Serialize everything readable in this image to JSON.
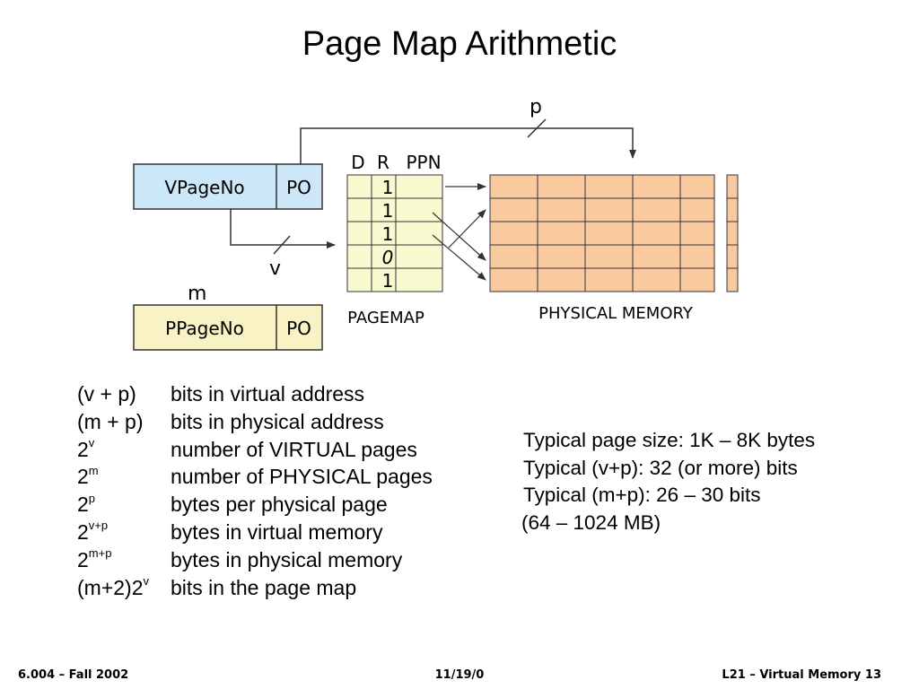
{
  "title": "Page Map Arithmetic",
  "diagram": {
    "p_label": "p",
    "v_label": "v",
    "m_label": "m",
    "virtual_address": {
      "page_field": "VPageNo",
      "offset_field": "PO"
    },
    "physical_address": {
      "page_field": "PPageNo",
      "offset_field": "PO"
    },
    "pagemap": {
      "headers": {
        "d": "D",
        "r": "R",
        "ppn": "PPN"
      },
      "r_bits": [
        "1",
        "1",
        "1",
        "0",
        "1"
      ],
      "label": "PAGEMAP"
    },
    "physical_memory_label": "PHYSICAL MEMORY",
    "colors": {
      "virtual_box": "#cce8f8",
      "physical_box": "#f8f2c4",
      "pagemap_fill": "#fafad0",
      "memory_fill": "#f9c9a0"
    }
  },
  "definitions": [
    {
      "base": "(v + p)",
      "sup": "",
      "desc": "bits in virtual address"
    },
    {
      "base": "(m + p)",
      "sup": "",
      "desc": "bits in physical address"
    },
    {
      "base": "2",
      "sup": "v",
      "desc": "number of VIRTUAL pages"
    },
    {
      "base": "2",
      "sup": "m",
      "desc": "number of PHYSICAL pages"
    },
    {
      "base": "2",
      "sup": "p",
      "desc": "bytes per physical page"
    },
    {
      "base": "2",
      "sup": "v+p",
      "desc": "bytes in virtual memory"
    },
    {
      "base": "2",
      "sup": "m+p",
      "desc": "bytes in physical memory"
    },
    {
      "base": "(m+2)2",
      "sup": "v",
      "desc": "bits in the page map"
    }
  ],
  "typical": [
    "Typical page size: 1K – 8K bytes",
    "Typical (v+p): 32 (or more) bits",
    "Typical (m+p): 26 – 30 bits",
    "(64 – 1024 MB)"
  ],
  "footer": {
    "left": "6.004 – Fall 2002",
    "center": "11/19/0",
    "right": "L21 – Virtual Memory 13"
  }
}
